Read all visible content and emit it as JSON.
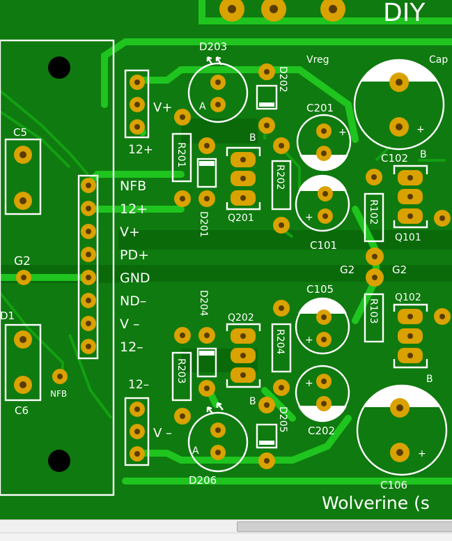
{
  "board": {
    "header_text": "DIY",
    "footer_text": "Wolverine (s",
    "colors": {
      "board": "#0f7a0f",
      "copper": "#1fc41f",
      "pad": "#d9a200",
      "silk": "#ffffff",
      "drill": "#000000"
    }
  },
  "labels": {
    "d203": "D203",
    "d202": "D202",
    "d201": "D201",
    "d204": "D204",
    "d205": "D205",
    "d206": "D206",
    "vreg": "Vreg",
    "cap": "Cap",
    "r201": "R201",
    "r202": "R202",
    "r203": "R203",
    "r204": "R204",
    "r102": "R102",
    "r103": "R103",
    "q201": "Q201",
    "q202": "Q202",
    "q101": "Q101",
    "q102": "Q102",
    "c201": "C201",
    "c101": "C101",
    "c102": "C102",
    "c105": "C105",
    "c202": "C202",
    "c106": "C106",
    "c5": "C5",
    "c6": "C6",
    "d1": "D1",
    "g2_left": "G2",
    "g2_mid": "G2",
    "g2_right": "G2",
    "nfb_small": "NFB",
    "vplus_top": "V+",
    "plus12_top": "12+",
    "minus12_bot": "12–",
    "vminus_bot": "V –",
    "a_top": "A",
    "a_bot": "A",
    "b_top": "B",
    "b_q202": "B",
    "b_c102": "B",
    "b_q102": "B",
    "plus": "+"
  },
  "connector": {
    "labels": [
      "NFB",
      "12+",
      "V+",
      "PD+",
      "GND",
      "ND–",
      "V –",
      "12–"
    ]
  }
}
